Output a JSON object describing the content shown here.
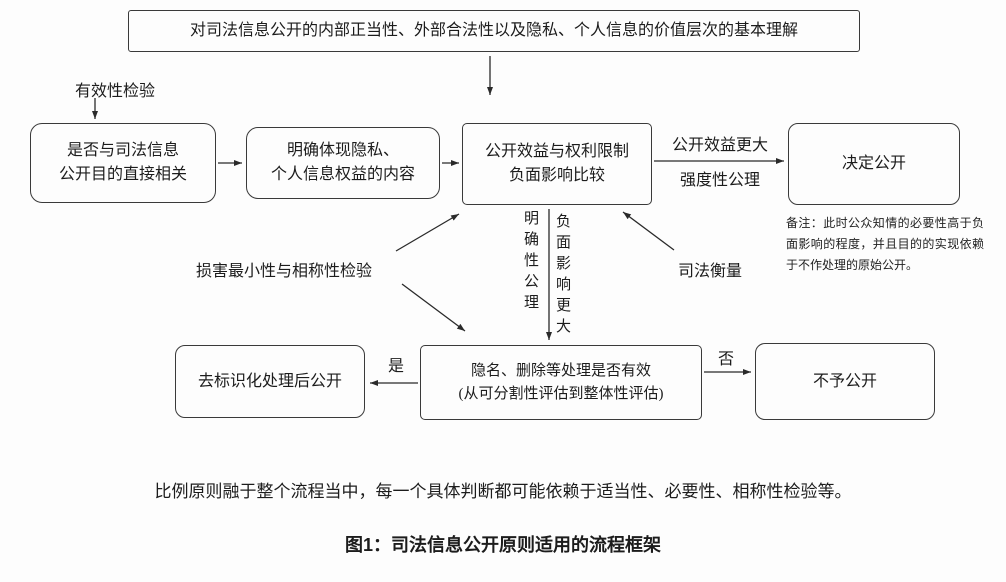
{
  "diagram": {
    "top_box": "对司法信息公开的内部正当性、外部合法性以及隐私、个人信息的价值层次的基本理解",
    "validity_label": "有效性检验",
    "box_relevance": "是否与司法信息\n公开目的直接相关",
    "box_rights_content": "明确体现隐私、\n个人信息权益的内容",
    "box_compare": "公开效益与权利限制\n负面影响比较",
    "label_benefit_greater": "公开效益更大",
    "label_strength_axiom": "强度性公理",
    "box_decide": "决定公开",
    "note": "备注：此时公众知情的必要性高于负面影响的程度，并且目的的实现依赖于不作处理的原始公开。",
    "vlabel_clarity_axiom": "明确性公理",
    "vlabel_negative_greater": "负面影响更大",
    "label_harm_min": "损害最小性与相称性检验",
    "label_judicial_weigh": "司法衡量",
    "box_anonymize": "隐名、删除等处理是否有效\n(从可分割性评估到整体性评估)",
    "label_yes": "是",
    "label_no": "否",
    "box_deidentified": "去标识化处理后公开",
    "box_not_disclose": "不予公开"
  },
  "footer": {
    "principle_note": "比例原则融于整个流程当中，每一个具体判断都可能依赖于适当性、必要性、相称性检验等。",
    "caption": "图1：司法信息公开原则适用的流程框架"
  }
}
